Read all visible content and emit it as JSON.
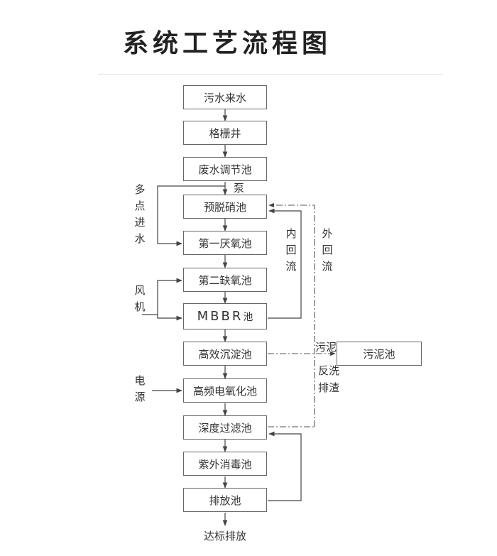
{
  "title": "系统工艺流程图",
  "boxes": {
    "wastewater_in": "污水来水",
    "grille_well": "格栅井",
    "equalization": "废水调节池",
    "pre_denitrification": "预脱硝池",
    "anaerobic_1": "第一厌氧池",
    "anoxic_2": "第二缺氧池",
    "mbbr_main": "MBBR",
    "mbbr_suffix": "池",
    "sedimentation": "高效沉淀池",
    "electro_oxidation": "高频电氧化池",
    "deep_filter": "深度过滤池",
    "uv_disinfection": "紫外消毒池",
    "discharge_tank": "排放池",
    "sludge_tank": "污泥池"
  },
  "labels": {
    "pump": "泵",
    "multi_point_inflow": "多点进水",
    "blower": "风机",
    "power_source": "电源",
    "internal_reflux": "内回流",
    "external_reflux": "外回流",
    "sludge": "污泥",
    "backwash_drain": "反洗排渣",
    "discharge_standard": "达标排放"
  }
}
